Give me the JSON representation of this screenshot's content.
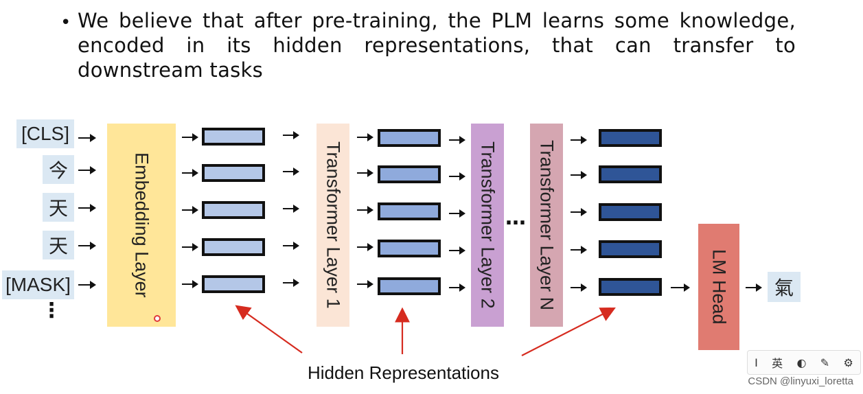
{
  "slide": {
    "bullet_symbol": "•",
    "bullet_text": "We believe that after pre-training, the PLM learns some knowledge, encoded in its hidden representations, that can transfer to downstream tasks"
  },
  "diagram": {
    "input_tokens": [
      "[CLS]",
      "今",
      "天",
      "天",
      "[MASK]"
    ],
    "vertical_ellipsis": "⋮",
    "horizontal_ellipsis": "…",
    "blocks": {
      "embedding": "Embedding Layer",
      "transformer1": "Transformer Layer 1",
      "transformer2": "Transformer Layer 2",
      "transformerN": "Transformer Layer N",
      "lm_head": "LM Head"
    },
    "output_token": "氣",
    "caption": "Hidden Representations",
    "colors": {
      "embedding": "#ffe699",
      "transformer1": "#fbe5d6",
      "transformer2": "#c9a0d2",
      "transformerN": "#d5a6b1",
      "lm_head": "#e07b71",
      "hidden_light": "#b4c7e7",
      "hidden_mid": "#8faadc",
      "hidden_dark": "#2f5597",
      "token_bg": "#dbe8f3",
      "annotation_arrow": "#d62b1f"
    }
  },
  "toolbar": {
    "items": [
      "I",
      "英",
      "◐",
      "✎",
      "⚙"
    ]
  },
  "watermark": "CSDN @linyuxi_loretta"
}
